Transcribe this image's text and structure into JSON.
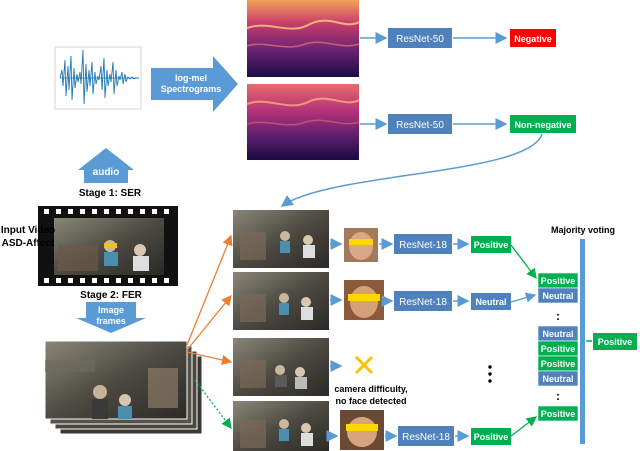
{
  "stage1": {
    "audio_label": "audio",
    "stage_label": "Stage 1: SER",
    "spectrogram_label_line1": "log-mel",
    "spectrogram_label_line2": "Spectrograms",
    "model_top": "ResNet-50",
    "model_bottom": "ResNet-50",
    "output_top": "Negative",
    "output_bottom": "Non-negative"
  },
  "input": {
    "label_line1": "Input Video",
    "label_line2": "ASD-Affect"
  },
  "stage2": {
    "stage_label": "Stage 2: FER",
    "frames_label_line1": "Image",
    "frames_label_line2": "frames",
    "rows": [
      {
        "model": "ResNet-18",
        "output": "Positive"
      },
      {
        "model": "ResNet-18",
        "output": "Neutral"
      },
      {
        "note_line1": "camera difficulty,",
        "note_line2": "no face detected"
      },
      {
        "model": "ResNet-18",
        "output": "Positive"
      }
    ],
    "voting_title": "Majority voting",
    "vote_stack": [
      "Positive",
      "Neutral",
      "Neutral",
      "Positive",
      "Positive",
      "Neutral",
      "Positive"
    ],
    "ellipsis": ":",
    "final_output": "Positive"
  },
  "colors": {
    "model_box": "#4f81bd",
    "arrow": "#5b9bd5",
    "negative": "#ff0000",
    "green": "#00b050",
    "orange": "#ed7d31",
    "cross": "#ffc000"
  }
}
